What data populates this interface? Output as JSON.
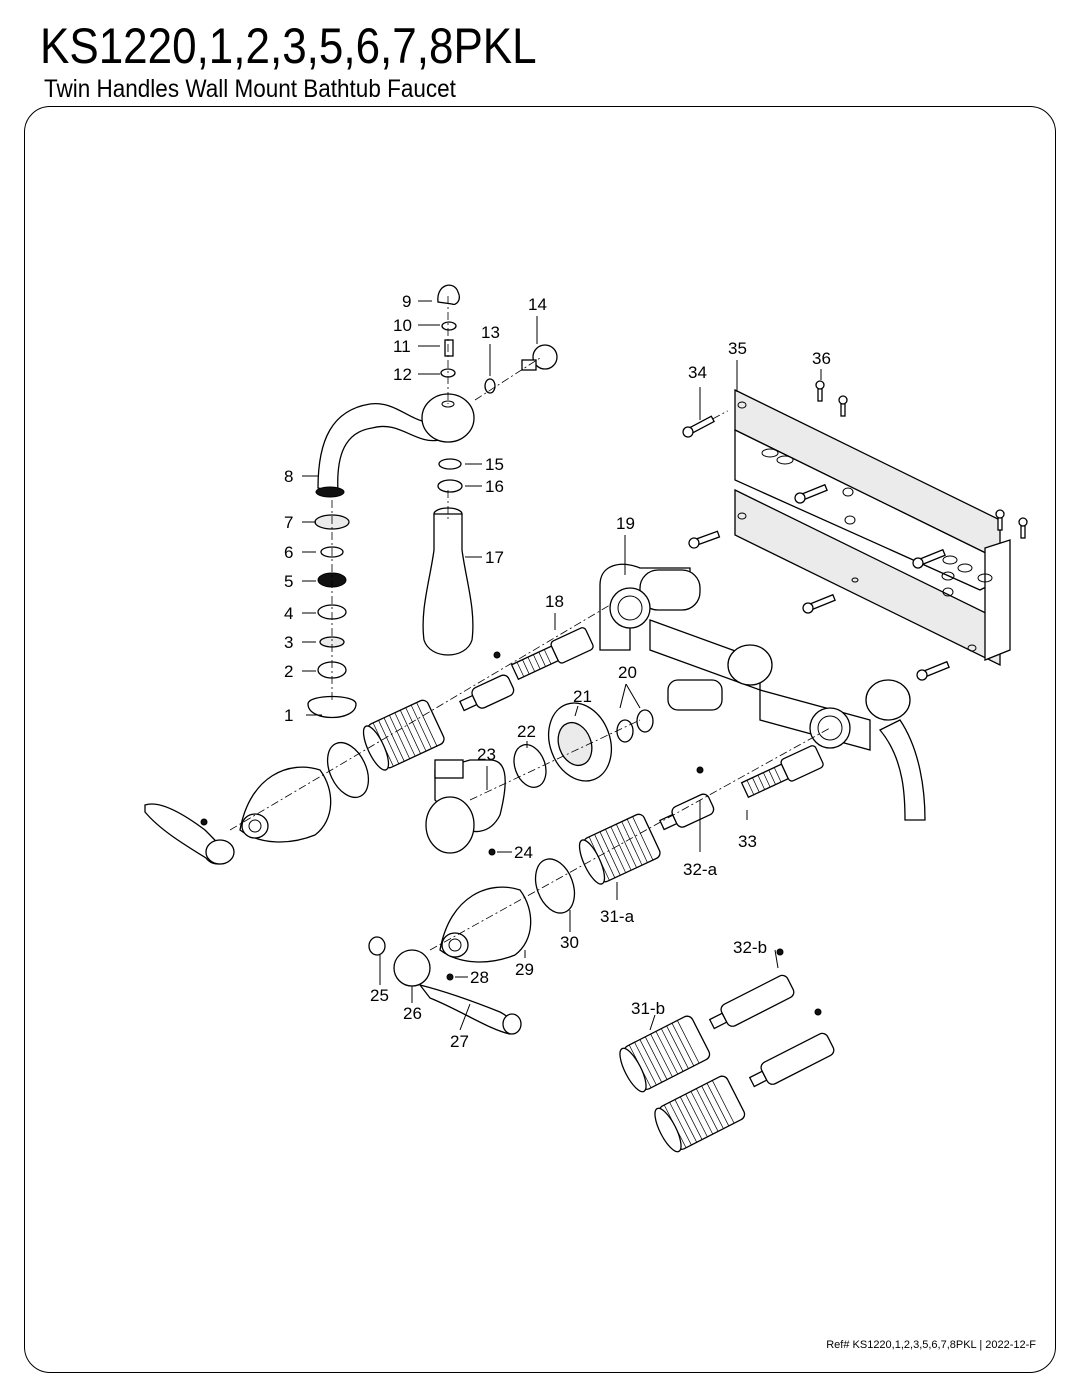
{
  "header": {
    "model_title": "KS1220,1,2,3,5,6,7,8PKL",
    "subtitle": "Twin Handles Wall Mount Bathtub Faucet"
  },
  "footer": {
    "reference": "Ref# KS1220,1,2,3,5,6,7,8PKL | 2022-12-F"
  },
  "part_labels": {
    "p1": "1",
    "p2": "2",
    "p3": "3",
    "p4": "4",
    "p5": "5",
    "p6": "6",
    "p7": "7",
    "p8": "8",
    "p9": "9",
    "p10": "10",
    "p11": "11",
    "p12": "12",
    "p13": "13",
    "p14": "14",
    "p15": "15",
    "p16": "16",
    "p17": "17",
    "p18": "18",
    "p19": "19",
    "p20": "20",
    "p21": "21",
    "p22": "22",
    "p23": "23",
    "p24": "24",
    "p25": "25",
    "p26": "26",
    "p27": "27",
    "p28": "28",
    "p29": "29",
    "p30": "30",
    "p31a": "31-a",
    "p31b": "31-b",
    "p32a": "32-a",
    "p32b": "32-b",
    "p33": "33",
    "p34": "34",
    "p35": "35",
    "p36": "36"
  }
}
